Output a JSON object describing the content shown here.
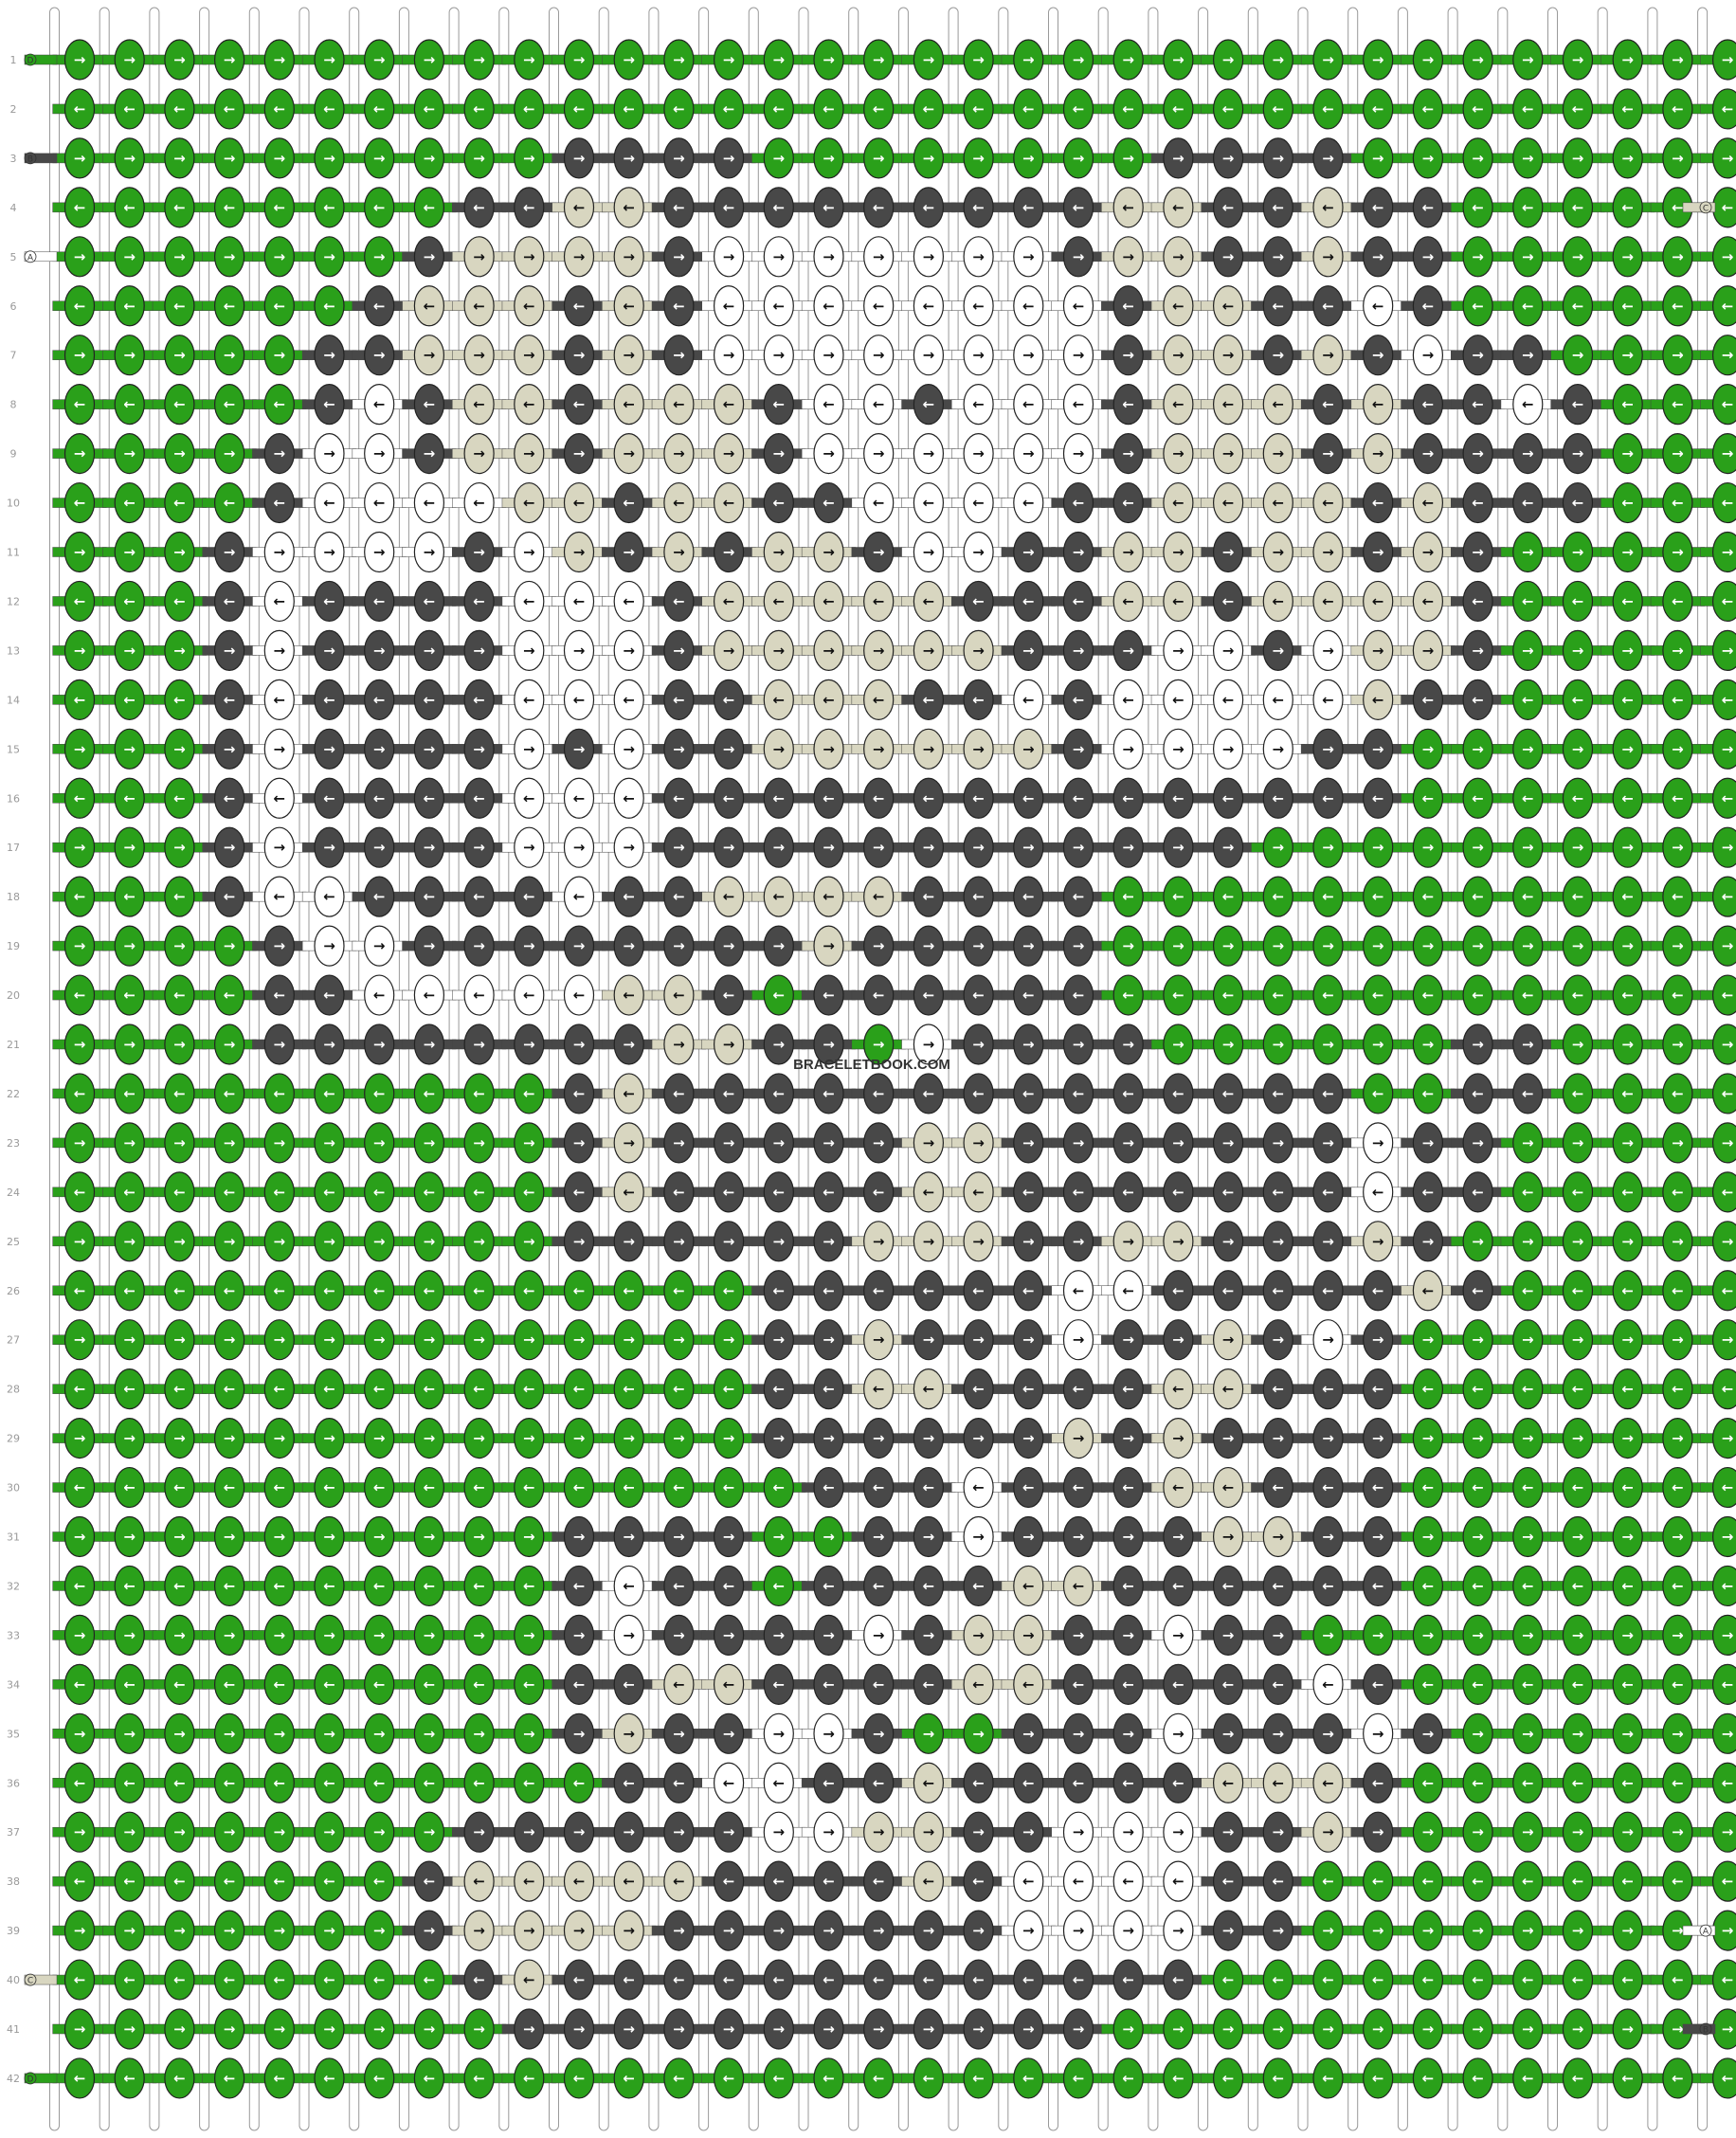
{
  "watermark": "BRACELETBOOK.COM",
  "rows": 42,
  "knot_columns": 34,
  "colors": {
    "G": "#2aa01a",
    "D": "#484848",
    "T": "#d8d6c0",
    "W": "#ffffff"
  },
  "strand_labels": {
    "left": [
      {
        "row": 1,
        "label": "D",
        "color": "G"
      },
      {
        "row": 3,
        "label": "B",
        "color": "D"
      },
      {
        "row": 5,
        "label": "A",
        "color": "W"
      },
      {
        "row": 40,
        "label": "C",
        "color": "T"
      },
      {
        "row": 42,
        "label": "D",
        "color": "G"
      }
    ],
    "right": [
      {
        "row": 4,
        "label": "C",
        "color": "T"
      },
      {
        "row": 39,
        "label": "A",
        "color": "W"
      },
      {
        "row": 41,
        "label": "B",
        "color": "D"
      }
    ]
  },
  "knot_rows": [
    "GGGGGGGGGGGGGGGGGGGGGGGGGGGGGGGGGG",
    "GGGGGGGGGGGGGGGGGGGGGGGGGGGGGGGGGG",
    "GGGGGGGGGGDDDDGGGGGGGGDDDDGGGGGGGG",
    "GGGGGGGGDDTTDDDDDDDDDTTDDTDDGGGGGG",
    "GGGGGGGDTTTTDWWWWWWWDTTDDTDDGGGGGG",
    "GGGGGGDTTTDTDWWWWWWWWDTTDDWDGGGGGG",
    "GGGGGDDTTTDTDWWWWWWWWDTTDTDWDDGGGG",
    "GGGGGDWDTTDTTTDWWDWWWDTTTDTDDWDGGG",
    "GGGGDWWDTTDTTTDWWWWWWDTTTDTDDDDGGG",
    "GGGGDWWWWTTDTTDDWWWWDDTTTTDTDDDGGG",
    "GGGDWWWWDWTDTDTTDWWDDTTDTTDTDGGGGG",
    "GGGDWDDDDWWWDTTTTTDDDTTDTTTTDGGGGG",
    "GGGDWDDDDWWWDTTTTTTDDDWWDWTTDGGGGG",
    "GGGDWDDDDWWWDDTTTDDWDWWWWWTDDGGGGG",
    "GGGDWDDDDWDWDDTTTTTTDWWWWDDGGGGGGG",
    "GGGDWDDDDWWWDDDDDDDDDDDDDDDGGGGGGG",
    "GGGDWDDDDWWWDDDDDDDDDDDDGGGGGGGGGG",
    "GGGDWWDDDDWDDTTTTDDDDGGGGGGGGGGGGG",
    "GGGGDWWDDDDDDDDTDDDDDGGGGGGGGGGGGG",
    "GGGGDDWWWWWTTDGDDDDDDGGGGGGGGGGGGG",
    "GGGGDDDDDDDDTTDDGWDDDDGGGGGGDDGGGG",
    "GGGGGGGGGGDTDDDDDDDDDDDDDDGGDDGGGG",
    "GGGGGGGGGGDTDDDDDTTDDDDDDDWDDGGGGG",
    "GGGGGGGGGGDTDDDDDTTDDDDDDDWDDGGGGG",
    "GGGGGGGGGGDDDDDDTTTDDTTDDDTDGGGGGG",
    "GGGGGGGGGGGGGGDDDDDDWWDDDDDTDGGGGG",
    "GGGGGGGGGGGGGGDDTDDDWDDTDWDGGGGGGG",
    "GGGGGGGGGGGGGGDDTTDDDDTTDDDGGGGGGG",
    "GGGGGGGGGGGGGGDDDDDDTDTDDDDGGGGGGG",
    "GGGGGGGGGGGGGGGDDDWDDDTTDDDGGGGGGG",
    "GGGGGGGGGGDDDDGGDDWDDDDTTDDGGGGGGG",
    "GGGGGGGGGGDWDDGDDDDTTDDDDDDGGGGGGG",
    "GGGGGGGGGGDWDDDDWDTTDDWDDGGGGGGGGG",
    "GGGGGGGGGGDDTTDDDDTTDDDDDWDGGGGGGG",
    "GGGGGGGGGGDTDDWWDGGDDDWDDDWDGGGGGG",
    "GGGGGGGGGGGDDWWDDTDDDDDTTTDGGGGGGG",
    "GGGGGGGGDDDDDDWWTTDDWWWDDTDGGGGGGG",
    "GGGGGGGDTTTTTDDDDTDWWWWDDGGGGGGGGG",
    "GGGGGGGDTTTTDDDDDDDWWWWDDGGGGGGGGG",
    "GGGGGGGGDTDDDDDDDDDDDDDGGGGGGGGGGG",
    "GGGGGGGGGDDDDDDDDDDDDGGGGGGGGGGGGG",
    "GGGGGGGGGGGGGGGGGGGGGGGGGGGGGGGGGG"
  ]
}
